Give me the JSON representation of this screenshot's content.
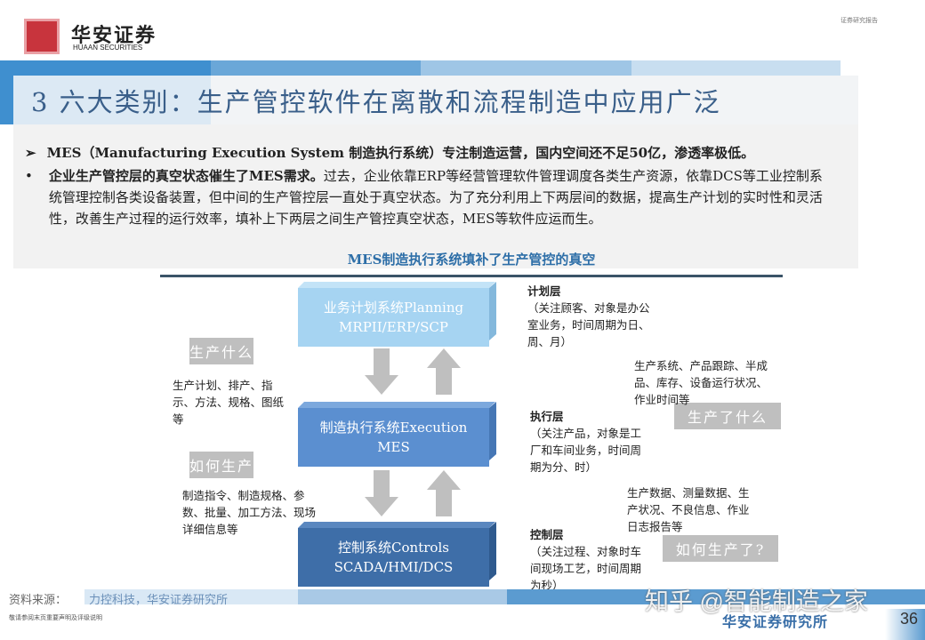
{
  "header": {
    "brand_cn": "华安证券",
    "brand_en": "HUAAN SECURITIES",
    "report_type": "证券研究报告"
  },
  "title": "3 六大类别：生产管控软件在离散和流程制造中应用广泛",
  "bullets": [
    {
      "marker": "➢",
      "text": "MES（Manufacturing Execution System 制造执行系统）专注制造运营，国内空间还不足50亿，渗透率极低。"
    },
    {
      "marker": "•",
      "bold": "企业生产管控层的真空状态催生了MES需求。",
      "text": "过去，企业依靠ERP等经营管理软件管理调度各类生产资源，依靠DCS等工业控制系统管理控制各类设备装置，但中间的生产管控层一直处于真空状态。为了充分利用上下两层间的数据，提高生产计划的实时性和灵活性，改善生产过程的运行效率，填补上下两层之间生产管控真空状态，MES等软件应运而生。"
    }
  ],
  "figure": {
    "caption": "MES制造执行系统填补了生产管控的真空",
    "systems": [
      {
        "line1": "业务计划系统Planning",
        "line2": "MRPII/ERP/SCP",
        "color": "#a6d4f2"
      },
      {
        "line1": "制造执行系统Execution",
        "line2": "MES",
        "color": "#5b8fd0"
      },
      {
        "line1": "控制系统Controls",
        "line2": "SCADA/HMI/DCS",
        "color": "#3e6ea8"
      }
    ],
    "layers": [
      {
        "name": "计划层",
        "desc": "（关注顾客、对象是办公室业务，时间周期为日、周、月）"
      },
      {
        "name": "执行层",
        "desc": "（关注产品，对象是工厂和车间业务，时间周期为分、时）"
      },
      {
        "name": "控制层",
        "desc": "（关注过程、对象时车间现场工艺，时间周期为秒）"
      }
    ],
    "tags": {
      "what": "生产什么",
      "how": "如何生产",
      "what_done": "生产了什么",
      "how_done": "如何生产了?"
    },
    "notes": {
      "down1": "生产计划、排产、指示、方法、规格、图纸等",
      "down2": "制造指令、制造规格、参数、批量、加工方法、现场详细信息等",
      "up1": "生产系统、产品跟踪、半成品、库存、设备运行状况、作业时间等",
      "up2": "生产数据、测量数据、生产状况、不良信息、作业日志报告等"
    }
  },
  "footer": {
    "source_label": "资料来源：",
    "source": "力控科技，华安证券研究所",
    "disclaimer": "敬请参阅末页重要声明及评级说明",
    "org": "华安证券研究所",
    "page": "36",
    "watermark": "知乎 @智能制造之家"
  }
}
